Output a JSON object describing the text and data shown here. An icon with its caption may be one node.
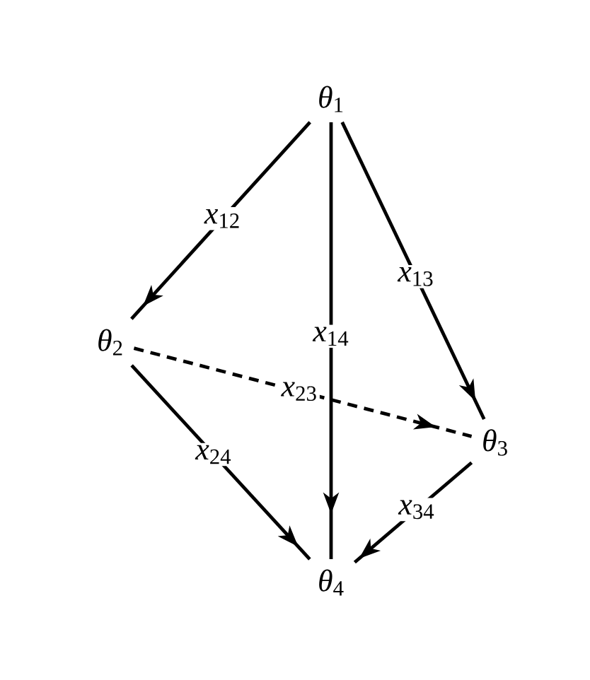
{
  "diagram": {
    "nodes": [
      {
        "text": [
          "*θ*$_{1}$"
        ]
      },
      {
        "text": [
          "*θ*$_{2}$"
        ]
      },
      {
        "text": [
          "*θ*$_{3}$"
        ]
      },
      {
        "text": [
          "*θ*$_{4}$"
        ]
      }
    ],
    "edges": [
      {
        "from": 0,
        "to": 1,
        "arrow": "to",
        "label": "*x*$_{12}$"
      },
      {
        "from": 0,
        "to": 2,
        "arrow": "to",
        "label": "*x*$_{13}$"
      },
      {
        "from": 0,
        "to": 3,
        "arrow": "to",
        "label": "*x*$_{14}$"
      },
      {
        "from": 1,
        "to": 2,
        "arrow": "to",
        "label": "*x*$_{23}$",
        "style": "dashed"
      },
      {
        "from": 1,
        "to": 3,
        "arrow": "to",
        "label": "*x*$_{24}$"
      },
      {
        "from": 2,
        "to": 3,
        "arrow": "to",
        "label": "*x*$_{34}$"
      }
    ]
  }
}
